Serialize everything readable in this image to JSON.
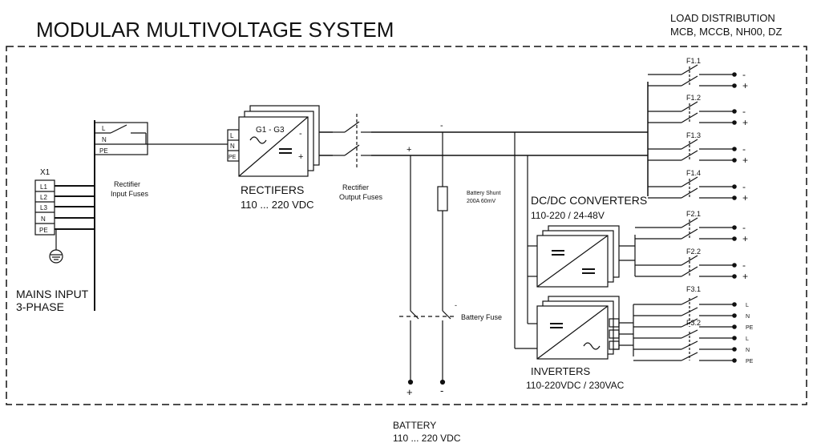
{
  "title": "MODULAR MULTIVOLTAGE SYSTEM",
  "load_distribution": {
    "line1": "LOAD DISTRIBUTION",
    "line2": "MCB, MCCB, NH00, DZ"
  },
  "mains": {
    "terminal_block": "X1",
    "terminals": [
      "L1",
      "L2",
      "L3",
      "N",
      "PE"
    ],
    "label_line1": "MAINS INPUT",
    "label_line2": "3-PHASE"
  },
  "rectifier_input_fuses": {
    "line1": "Rectifier",
    "line2": "Input Fuses"
  },
  "rectifier_terminals": [
    "L",
    "N",
    "PE"
  ],
  "rectifiers": {
    "module_label": "G1 - G3",
    "title": "RECTIFERS",
    "range": "110 ... 220 VDC",
    "minus": "-",
    "plus": "+"
  },
  "rectifier_output_fuses": {
    "line1": "Rectifier",
    "line2": "Output Fuses"
  },
  "bus": {
    "plus": "+",
    "minus": "-"
  },
  "battery_shunt": {
    "line1": "Battery Shunt",
    "line2": "200A 60mV"
  },
  "battery_fuse": "Battery Fuse",
  "battery": {
    "title": "BATTERY",
    "range": "110 ... 220 VDC",
    "plus": "+",
    "minus": "-"
  },
  "dcdc": {
    "title": "DC/DC CONVERTERS",
    "range": "110-220 / 24-48V"
  },
  "inverters": {
    "title": "INVERTERS",
    "range": "110-220VDC / 230VAC"
  },
  "feeders_dc": [
    {
      "label": "F1.1",
      "neg": "-",
      "pos": "+"
    },
    {
      "label": "F1.2",
      "neg": "-",
      "pos": "+"
    },
    {
      "label": "F1.3",
      "neg": "-",
      "pos": "+"
    },
    {
      "label": "F1.4",
      "neg": "-",
      "pos": "+"
    },
    {
      "label": "F2.1",
      "neg": "-",
      "pos": "+"
    },
    {
      "label": "F2.2",
      "neg": "-",
      "pos": "+"
    }
  ],
  "feeders_ac": [
    {
      "label": "F3.1",
      "outputs": [
        "L",
        "N",
        "PE"
      ]
    },
    {
      "label": "F3.2",
      "outputs": [
        "L",
        "N",
        "PE"
      ]
    }
  ]
}
